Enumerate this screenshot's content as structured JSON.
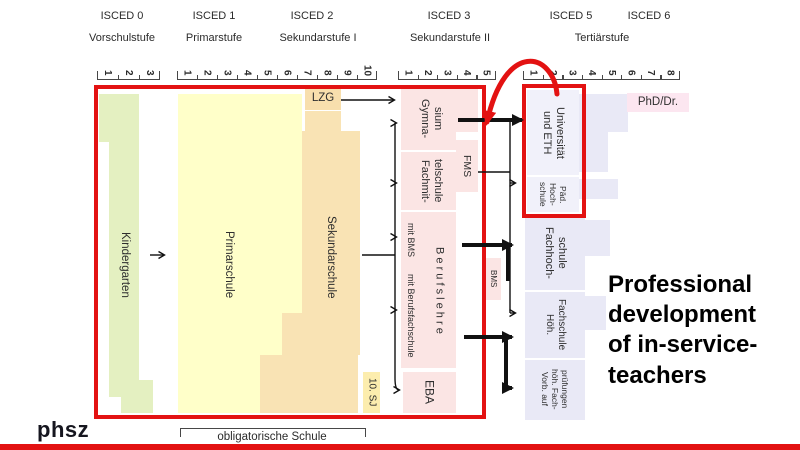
{
  "header": {
    "isced_labels": [
      "ISCED 0",
      "ISCED 1",
      "ISCED 2",
      "ISCED 3",
      "ISCED 5",
      "ISCED 6"
    ],
    "stage_labels": [
      "Vorschulstufe",
      "Primarstufe",
      "Sekundarstufe I",
      "Sekundarstufe II",
      "Tertiärstufe"
    ],
    "scales": [
      {
        "name": "vorschulstufe-years",
        "numbers": [
          "1",
          "2",
          "3"
        ]
      },
      {
        "name": "primar-sek1-years",
        "numbers": [
          "1",
          "2",
          "3",
          "4",
          "5",
          "6",
          "7",
          "8",
          "9",
          "10"
        ]
      },
      {
        "name": "sek2-years",
        "numbers": [
          "1",
          "2",
          "3",
          "4",
          "5"
        ]
      },
      {
        "name": "tertiaer-years",
        "numbers": [
          "1",
          "2",
          "3",
          "4",
          "5",
          "6",
          "7",
          "8"
        ]
      }
    ]
  },
  "boxes": {
    "kindergarten": "Kindergarten",
    "primarschule": "Primarschule",
    "sekundarschule": "Sekundarschule",
    "lzg": "LZG",
    "zehntes_schuljahr": "10. SJ",
    "gymnasium_lines": [
      "Gymna-",
      "sium"
    ],
    "fachmittelschule_lines": [
      "Fachmit-",
      "telschule"
    ],
    "fms": "FMS",
    "berufslehre": "B e r u f s l e h r e",
    "mit_bms": "mit BMS",
    "mit_berufsfachschule": "mit Berufsfachschule",
    "eba": "EBA",
    "bms": "BMS",
    "phd": "PhD/Dr.",
    "universitaet_lines": [
      "Universität",
      "und ETH"
    ],
    "paed_hochschule_lines": [
      "Päd.",
      "Hoch-",
      "schule"
    ],
    "fachhochschule_lines": [
      "Fachhoch-",
      "schule"
    ],
    "hoehere_fachschule_lines": [
      "Höh.",
      "Fachschule"
    ],
    "vorbereitung_lines": [
      "Vorb. auf",
      "höh. Fach-",
      "prüfungen"
    ]
  },
  "annotations": {
    "note_lines": [
      "Professional",
      "development",
      "of in-service-",
      "teachers"
    ],
    "obligatorische_schule": "obligatorische Schule"
  },
  "footer": {
    "logo": "phsz"
  },
  "colors": {
    "highlight_red": "#e31212",
    "kindergarten_green": "#e4f0c1",
    "primar_yellow": "#ffffc9",
    "sekundar_orange": "#f9e3b4",
    "lzg_tan": "#f8dfad",
    "sj10_tan": "#fcedae",
    "berufsbildung_pink": "#fbe5e4",
    "phd_pink": "#fce6f0",
    "tertiaer_lavender": "#e9e9f6",
    "arrow_black": "#111111"
  }
}
